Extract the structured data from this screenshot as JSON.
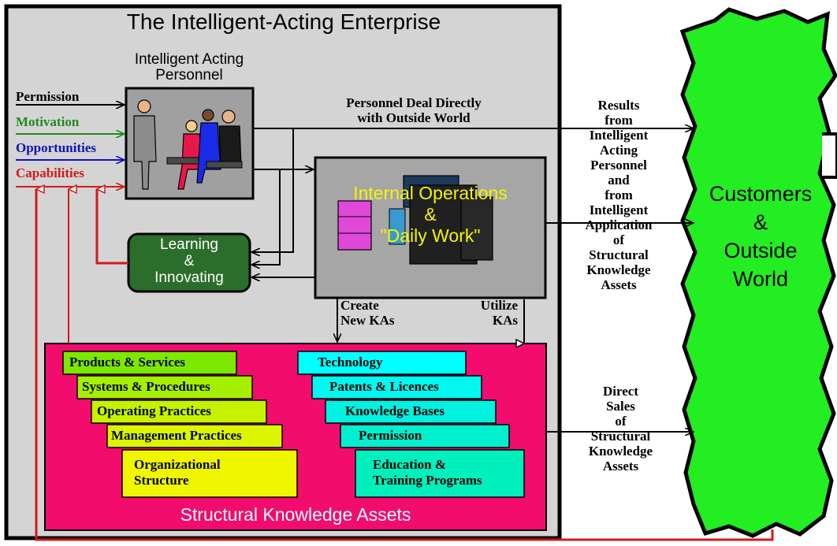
{
  "title": "The Intelligent-Acting Enterprise",
  "personnel": {
    "heading_line1": "Intelligent Acting",
    "heading_line2": "Personnel"
  },
  "inputs": [
    {
      "label": "Permission",
      "color": "#000000"
    },
    {
      "label": "Motivation",
      "color": "#1f8a1f"
    },
    {
      "label": "Opportunities",
      "color": "#1010c0"
    },
    {
      "label": "Capabilities",
      "color": "#d21a1a"
    }
  ],
  "personnel_deal": {
    "line1": "Personnel Deal Directly",
    "line2": "with Outside World"
  },
  "internal_ops": {
    "line1": "Internal Operations",
    "line2": "&",
    "line3": "\"Daily Work\"",
    "text_color": "#f5f500",
    "fill": "#a6a6a6"
  },
  "learning": {
    "line1": "Learning",
    "line2": "&",
    "line3": "Innovating",
    "fill": "#2b6e2b"
  },
  "create_kas": {
    "line1": "Create",
    "line2": "New KAs"
  },
  "utilize_kas": {
    "line1": "Utilize",
    "line2": "KAs"
  },
  "results": {
    "lines": [
      "Results",
      "from",
      "Intelligent",
      "Acting",
      "Personnel",
      "and",
      "from",
      "Intelligent",
      "Application",
      "of",
      "Structural",
      "Knowledge",
      "Assets"
    ]
  },
  "direct_sales": {
    "lines": [
      "Direct",
      "Sales",
      "of",
      "Structural",
      "Knowledge",
      "Assets"
    ]
  },
  "customers": {
    "line1": "Customers",
    "line2": "&",
    "line3": "Outside",
    "line4": "World",
    "fill": "#22ee22"
  },
  "structural": {
    "label": "Structural Knowledge Assets",
    "fill": "#f20c6e",
    "left_cards": [
      {
        "label": "Products & Services",
        "fill": "#7ce800"
      },
      {
        "label": "Systems & Procedures",
        "fill": "#a5f000"
      },
      {
        "label": "Operating Practices",
        "fill": "#c6f200"
      },
      {
        "label": "Management Practices",
        "fill": "#dcf500"
      },
      {
        "label_line1": "Organizational",
        "label_line2": "Structure",
        "fill": "#f0f500"
      }
    ],
    "right_cards": [
      {
        "label": "Technology",
        "fill": "#00ffff"
      },
      {
        "label": "Patents & Licences",
        "fill": "#00f8f0"
      },
      {
        "label": "Knowledge Bases",
        "fill": "#00f2e0"
      },
      {
        "label": "Permission",
        "fill": "#00f0cf"
      },
      {
        "label_line1": "Education &",
        "label_line2": "Training Programs",
        "fill": "#00f0bd"
      }
    ]
  },
  "enterprise_fill": "#d4d4d4",
  "feedback_color": "#d21a1a"
}
